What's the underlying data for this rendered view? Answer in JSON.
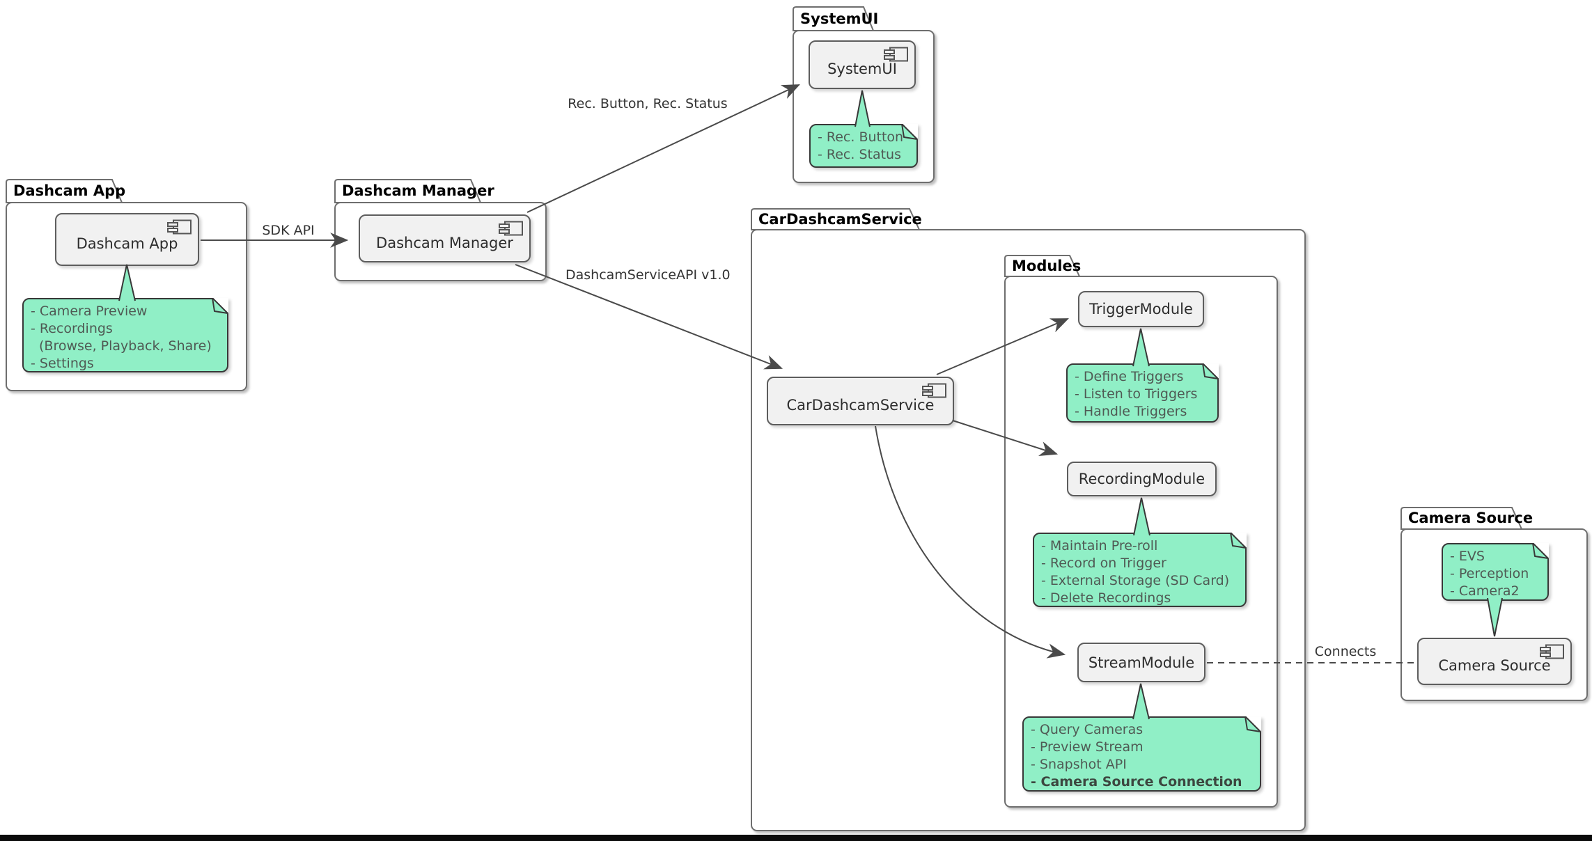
{
  "diagram_type": "uml-component-diagram",
  "packages": {
    "dashcam_app": {
      "title": "Dashcam App"
    },
    "dashcam_manager": {
      "title": "Dashcam Manager"
    },
    "systemui": {
      "title": "SystemUI"
    },
    "car_dashcam_service": {
      "title": "CarDashcamService"
    },
    "modules": {
      "title": "Modules"
    },
    "camera_source": {
      "title": "Camera Source"
    }
  },
  "components": {
    "dashcam_app": {
      "label": "Dashcam App"
    },
    "dashcam_manager": {
      "label": "Dashcam Manager"
    },
    "systemui": {
      "label": "SystemUI"
    },
    "car_dashcam_service": {
      "label": "CarDashcamService"
    },
    "trigger_module": {
      "label": "TriggerModule"
    },
    "recording_module": {
      "label": "RecordingModule"
    },
    "stream_module": {
      "label": "StreamModule"
    },
    "camera_source": {
      "label": "Camera Source"
    }
  },
  "notes": {
    "dashcam_app": {
      "lines": [
        "- Camera Preview",
        "- Recordings",
        "(Browse, Playback, Share)",
        "- Settings"
      ]
    },
    "systemui": {
      "lines": [
        "- Rec. Button",
        "- Rec. Status"
      ]
    },
    "trigger_module": {
      "lines": [
        "- Define Triggers",
        "- Listen to Triggers",
        "- Handle Triggers"
      ]
    },
    "recording_module": {
      "lines": [
        "- Maintain Pre-roll",
        "- Record on Trigger",
        "- External Storage (SD Card)",
        "- Delete Recordings"
      ]
    },
    "stream_module": {
      "lines": [
        "- Query Cameras",
        "- Preview Stream",
        "- Snapshot API"
      ],
      "bold_line": "- Camera Source Connection"
    },
    "camera_source": {
      "lines": [
        "- EVS",
        "- Perception",
        "- Camera2"
      ]
    }
  },
  "edge_labels": {
    "sdk_api": "SDK API",
    "rec_button_status": "Rec. Button, Rec. Status",
    "dashcam_service_api": "DashcamServiceAPI v1.0",
    "connects": "Connects"
  },
  "colors": {
    "note_fill": "#90efc6",
    "note_border": "#383838",
    "component_fill": "#f1f1f1",
    "component_border": "#5d5d5d",
    "package_border": "#6e6e6e",
    "line": "#4a4a4a",
    "bottom_bar": "#0b0b0b"
  }
}
